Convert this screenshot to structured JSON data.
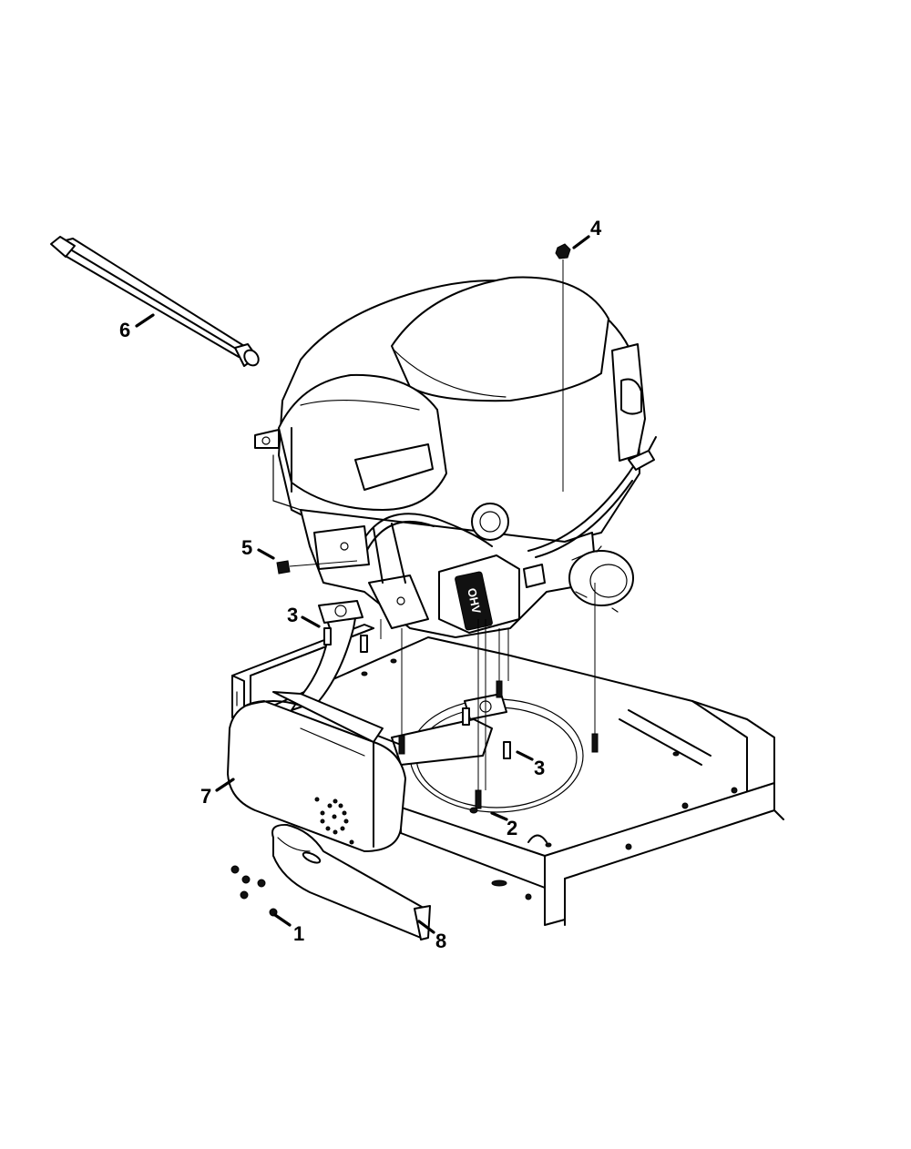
{
  "callouts": [
    {
      "id": "1",
      "label": "1"
    },
    {
      "id": "2",
      "label": "2"
    },
    {
      "id": "3a",
      "label": "3"
    },
    {
      "id": "3b",
      "label": "3"
    },
    {
      "id": "4",
      "label": "4"
    },
    {
      "id": "5",
      "label": "5"
    },
    {
      "id": "6",
      "label": "6"
    },
    {
      "id": "7",
      "label": "7"
    },
    {
      "id": "8",
      "label": "8"
    }
  ],
  "engine_badge": "OHV"
}
